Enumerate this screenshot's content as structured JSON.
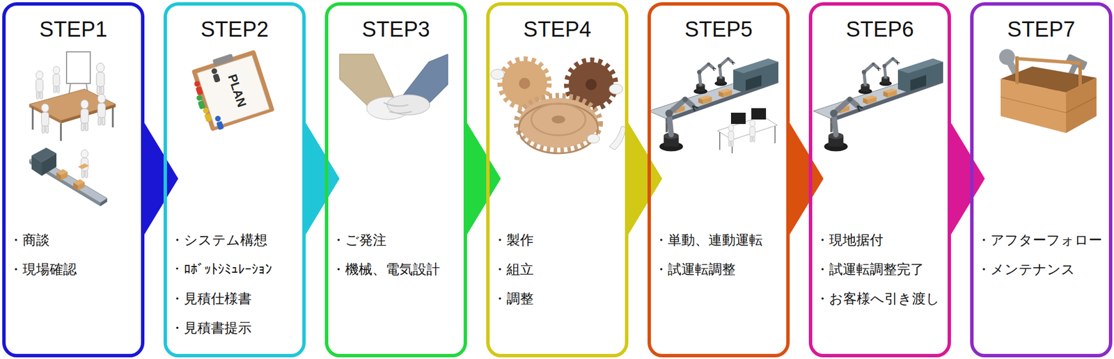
{
  "diagram": {
    "nodes": [
      {
        "text": [
          "STEP1",
          "・商談",
          "・現場確認"
        ]
      },
      {
        "text": [
          "STEP2",
          "・システム構想",
          "・ﾛﾎﾞｯﾄｼﾐｭﾚｰｼｮﾝ",
          "・見積仕様書",
          "・見積書提示"
        ]
      },
      {
        "text": [
          "STEP3",
          "・ご発注",
          "・機械、電気設計"
        ]
      },
      {
        "text": [
          "STEP4",
          "・製作",
          "・組立",
          "・調整"
        ]
      },
      {
        "text": [
          "STEP5",
          "・単動、連動運転",
          "・試運転調整"
        ]
      },
      {
        "text": [
          "STEP6",
          "・現地据付",
          "・試運転調整完了",
          "・お客様へ引き渡し"
        ]
      },
      {
        "text": [
          "STEP7",
          "・アフターフォロー",
          "・メンテナンス"
        ]
      }
    ],
    "edges": [
      {
        "from": 0,
        "to": 1,
        "arrow": "to"
      },
      {
        "from": 1,
        "to": 2,
        "arrow": "to"
      },
      {
        "from": 2,
        "to": 3,
        "arrow": "to"
      },
      {
        "from": 3,
        "to": 4,
        "arrow": "to"
      },
      {
        "from": 4,
        "to": 5,
        "arrow": "to"
      },
      {
        "from": 5,
        "to": 6,
        "arrow": "to"
      }
    ],
    "labels": [
      "PLAN"
    ]
  }
}
